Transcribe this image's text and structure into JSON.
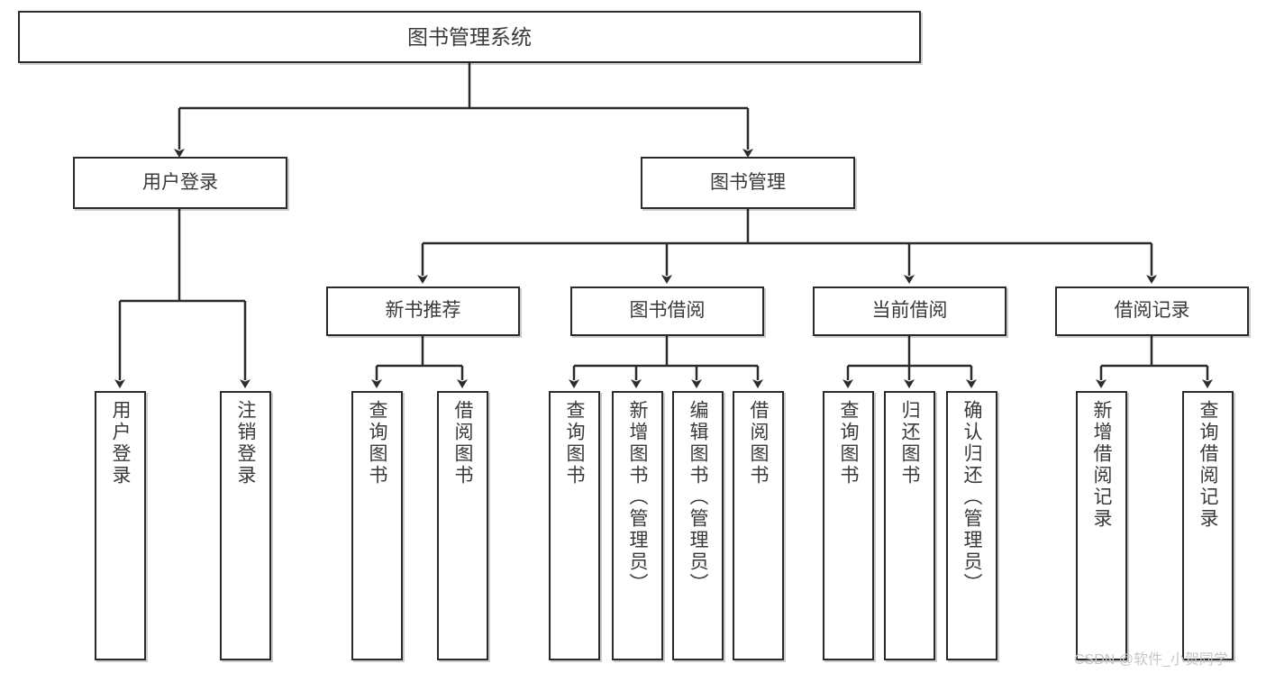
{
  "diagram": {
    "type": "tree",
    "title": "图书管理系统",
    "colors": {
      "box_border": "#2b2b2b",
      "box_fill": "#ffffff",
      "text": "#3a3a3a",
      "connector": "#2b2b2b",
      "watermark": "#c6c6c6",
      "background": "#ffffff"
    },
    "nodes": {
      "root": {
        "label": "图书管理系统"
      },
      "level1": [
        {
          "label": "用户登录"
        },
        {
          "label": "图书管理"
        }
      ],
      "level2": [
        {
          "label": "新书推荐"
        },
        {
          "label": "图书借阅"
        },
        {
          "label": "当前借阅"
        },
        {
          "label": "借阅记录"
        }
      ],
      "leaves": [
        {
          "label": "用户登录"
        },
        {
          "label": "注销登录"
        },
        {
          "label": "查询图书"
        },
        {
          "label": "借阅图书"
        },
        {
          "label": "查询图书"
        },
        {
          "label": "新增图书（管理员）"
        },
        {
          "label": "编辑图书（管理员）"
        },
        {
          "label": "借阅图书"
        },
        {
          "label": "查询图书"
        },
        {
          "label": "归还图书"
        },
        {
          "label": "确认归还（管理员）"
        },
        {
          "label": "新增借阅记录"
        },
        {
          "label": "查询借阅记录"
        }
      ]
    },
    "watermark": "CSDN @软件_小贺同学"
  }
}
